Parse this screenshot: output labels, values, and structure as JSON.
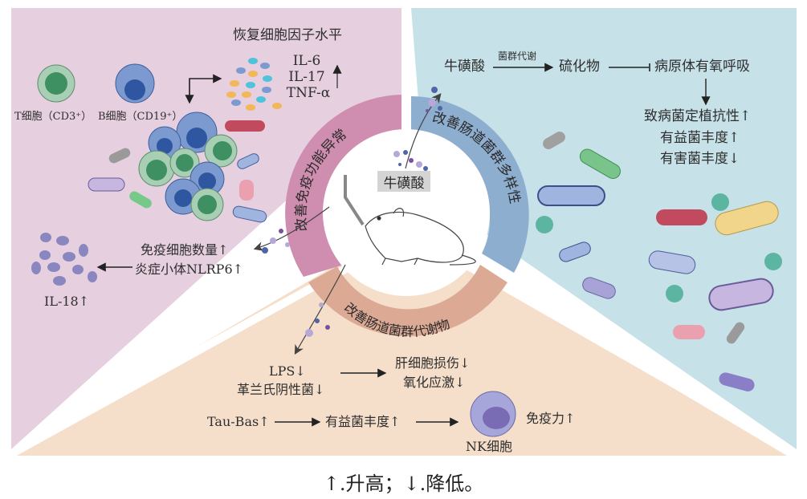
{
  "colors": {
    "immune_panel": "#e6cfdf",
    "microbiota_panel": "#c6e1e7",
    "metabolite_panel": "#f5dfcb",
    "immune_ring": "#cf8db0",
    "microbiota_ring": "#8eaed0",
    "metabolite_ring": "#dba994"
  },
  "center": {
    "taurine_label": "牛磺酸",
    "subject": "mouse"
  },
  "rings": {
    "immune": "改善免疫功能异常",
    "microbiota": "改善肠道菌群多样性",
    "metabolite": "改善肠道菌群代谢物"
  },
  "immune_panel": {
    "cytokine_title": "恢复细胞因子水平",
    "cytokines": [
      "IL-6",
      "IL-17",
      "TNF-α"
    ],
    "cytokine_trend": "↑",
    "t_cell_label": "T细胞（CD3⁺）",
    "b_cell_label": "B细胞（CD19⁺）",
    "immune_cell_count": "免疫细胞数量↑",
    "inflammasome": "炎症小体NLRP6↑",
    "il18": "IL-18↑"
  },
  "microbiota_panel": {
    "taurine": "牛磺酸",
    "metabolism_label": "菌群代谢",
    "sulfide": "硫化物",
    "pathogen_respiration": "病原体有氧呼吸",
    "colonization_resistance": "致病菌定植抗性↑",
    "beneficial_abundance": "有益菌丰度↑",
    "harmful_abundance": "有害菌丰度↓"
  },
  "metabolite_panel": {
    "lps": "LPS↓",
    "gram_negative": "革兰氏阴性菌↓",
    "liver_damage": "肝细胞损伤↓",
    "oxidative_stress": "氧化应激↓",
    "tau_bas": "Tau-Bas↑",
    "beneficial_abundance": "有益菌丰度↑",
    "nk_cell": "NK细胞",
    "immunity": "免疫力↑"
  },
  "legend": "↑.升高；↓.降低。"
}
